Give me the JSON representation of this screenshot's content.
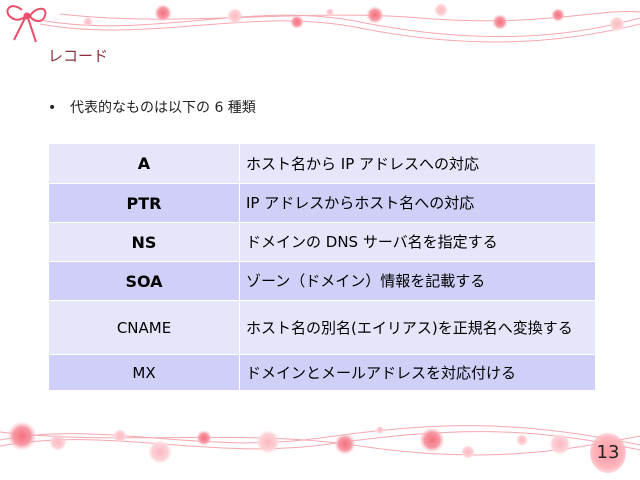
{
  "slide": {
    "title": "レコード",
    "bullet": "代表的なものは以下の 6 種類",
    "page_number": "13"
  },
  "records": [
    {
      "type": "A",
      "description": "ホスト名から IP アドレスへの対応",
      "bold": true
    },
    {
      "type": "PTR",
      "description": "IP アドレスからホスト名への対応",
      "bold": true
    },
    {
      "type": "NS",
      "description": "ドメインの DNS サーバ名を指定する",
      "bold": true
    },
    {
      "type": "SOA",
      "description": "ゾーン（ドメイン）情報を記載する",
      "bold": true
    },
    {
      "type": "CNAME",
      "description": "ホスト名の別名(エイリアス)を正規名へ変換する",
      "bold": false
    },
    {
      "type": "MX",
      "description": "ドメインとメールアドレスを対応付ける",
      "bold": false
    }
  ],
  "colors": {
    "row_odd": "#e6e6fb",
    "row_even": "#cfcff7",
    "title": "#8a2e3a",
    "accent_pink": "#f47e8c"
  },
  "icons": [
    "ribbon-bow-icon",
    "flower-garland-top",
    "flower-garland-bottom"
  ]
}
